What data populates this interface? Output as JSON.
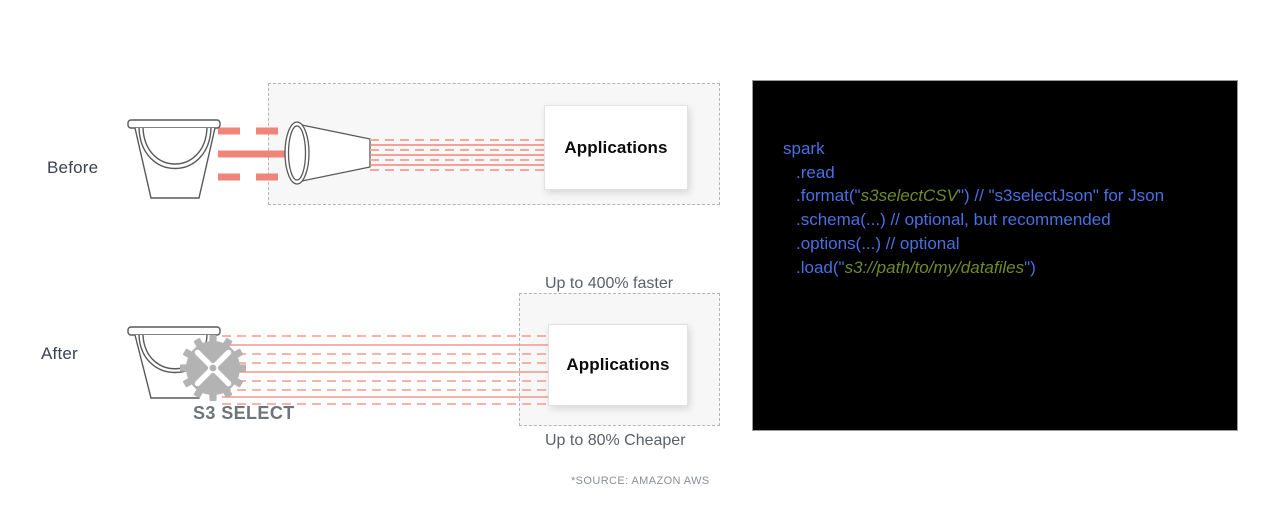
{
  "diagram": {
    "rows": [
      {
        "key": "before",
        "label": "Before"
      },
      {
        "key": "after",
        "label": "After"
      }
    ],
    "app_box_before_label": "Applications",
    "app_box_after_label": "Applications",
    "s3_select_label": "S3 SELECT",
    "perf_faster": "Up to 400% faster",
    "perf_cheaper": "Up to 80% Cheaper",
    "source_note": "*SOURCE: AMAZON AWS",
    "icons": {
      "bucket": "s3-bucket-icon",
      "funnel": "funnel-icon",
      "gear": "gear-icon"
    },
    "colors": {
      "accent_salmon": "#F08478",
      "accent_salmon_light": "#F6A79D",
      "label_text": "#3b4252",
      "caption_text": "#5a6069",
      "gear_gray": "#b3b3b3",
      "dash_border": "#b4b4b4",
      "dash_fill": "#f7f7f7",
      "panel_bg": "#000000"
    }
  },
  "code_panel": {
    "language": "scala",
    "lines": [
      {
        "indent": 0,
        "tokens": [
          {
            "t": "spark",
            "c": "blue"
          }
        ]
      },
      {
        "indent": 1,
        "tokens": [
          {
            "t": ".read",
            "c": "blue"
          }
        ]
      },
      {
        "indent": 1,
        "tokens": [
          {
            "t": ".format(\"",
            "c": "blue"
          },
          {
            "t": "s3selectCSV",
            "c": "green"
          },
          {
            "t": "\") // \"s3selectJson\" for Json",
            "c": "blue"
          }
        ]
      },
      {
        "indent": 1,
        "tokens": [
          {
            "t": ".schema(...) // optional, but recommended",
            "c": "blue"
          }
        ]
      },
      {
        "indent": 1,
        "tokens": [
          {
            "t": ".options(...) // optional",
            "c": "blue"
          }
        ]
      },
      {
        "indent": 1,
        "tokens": [
          {
            "t": ".load(\"",
            "c": "blue"
          },
          {
            "t": "s3://path/to/my/datafiles",
            "c": "green"
          },
          {
            "t": "\")",
            "c": "blue"
          }
        ]
      }
    ]
  }
}
